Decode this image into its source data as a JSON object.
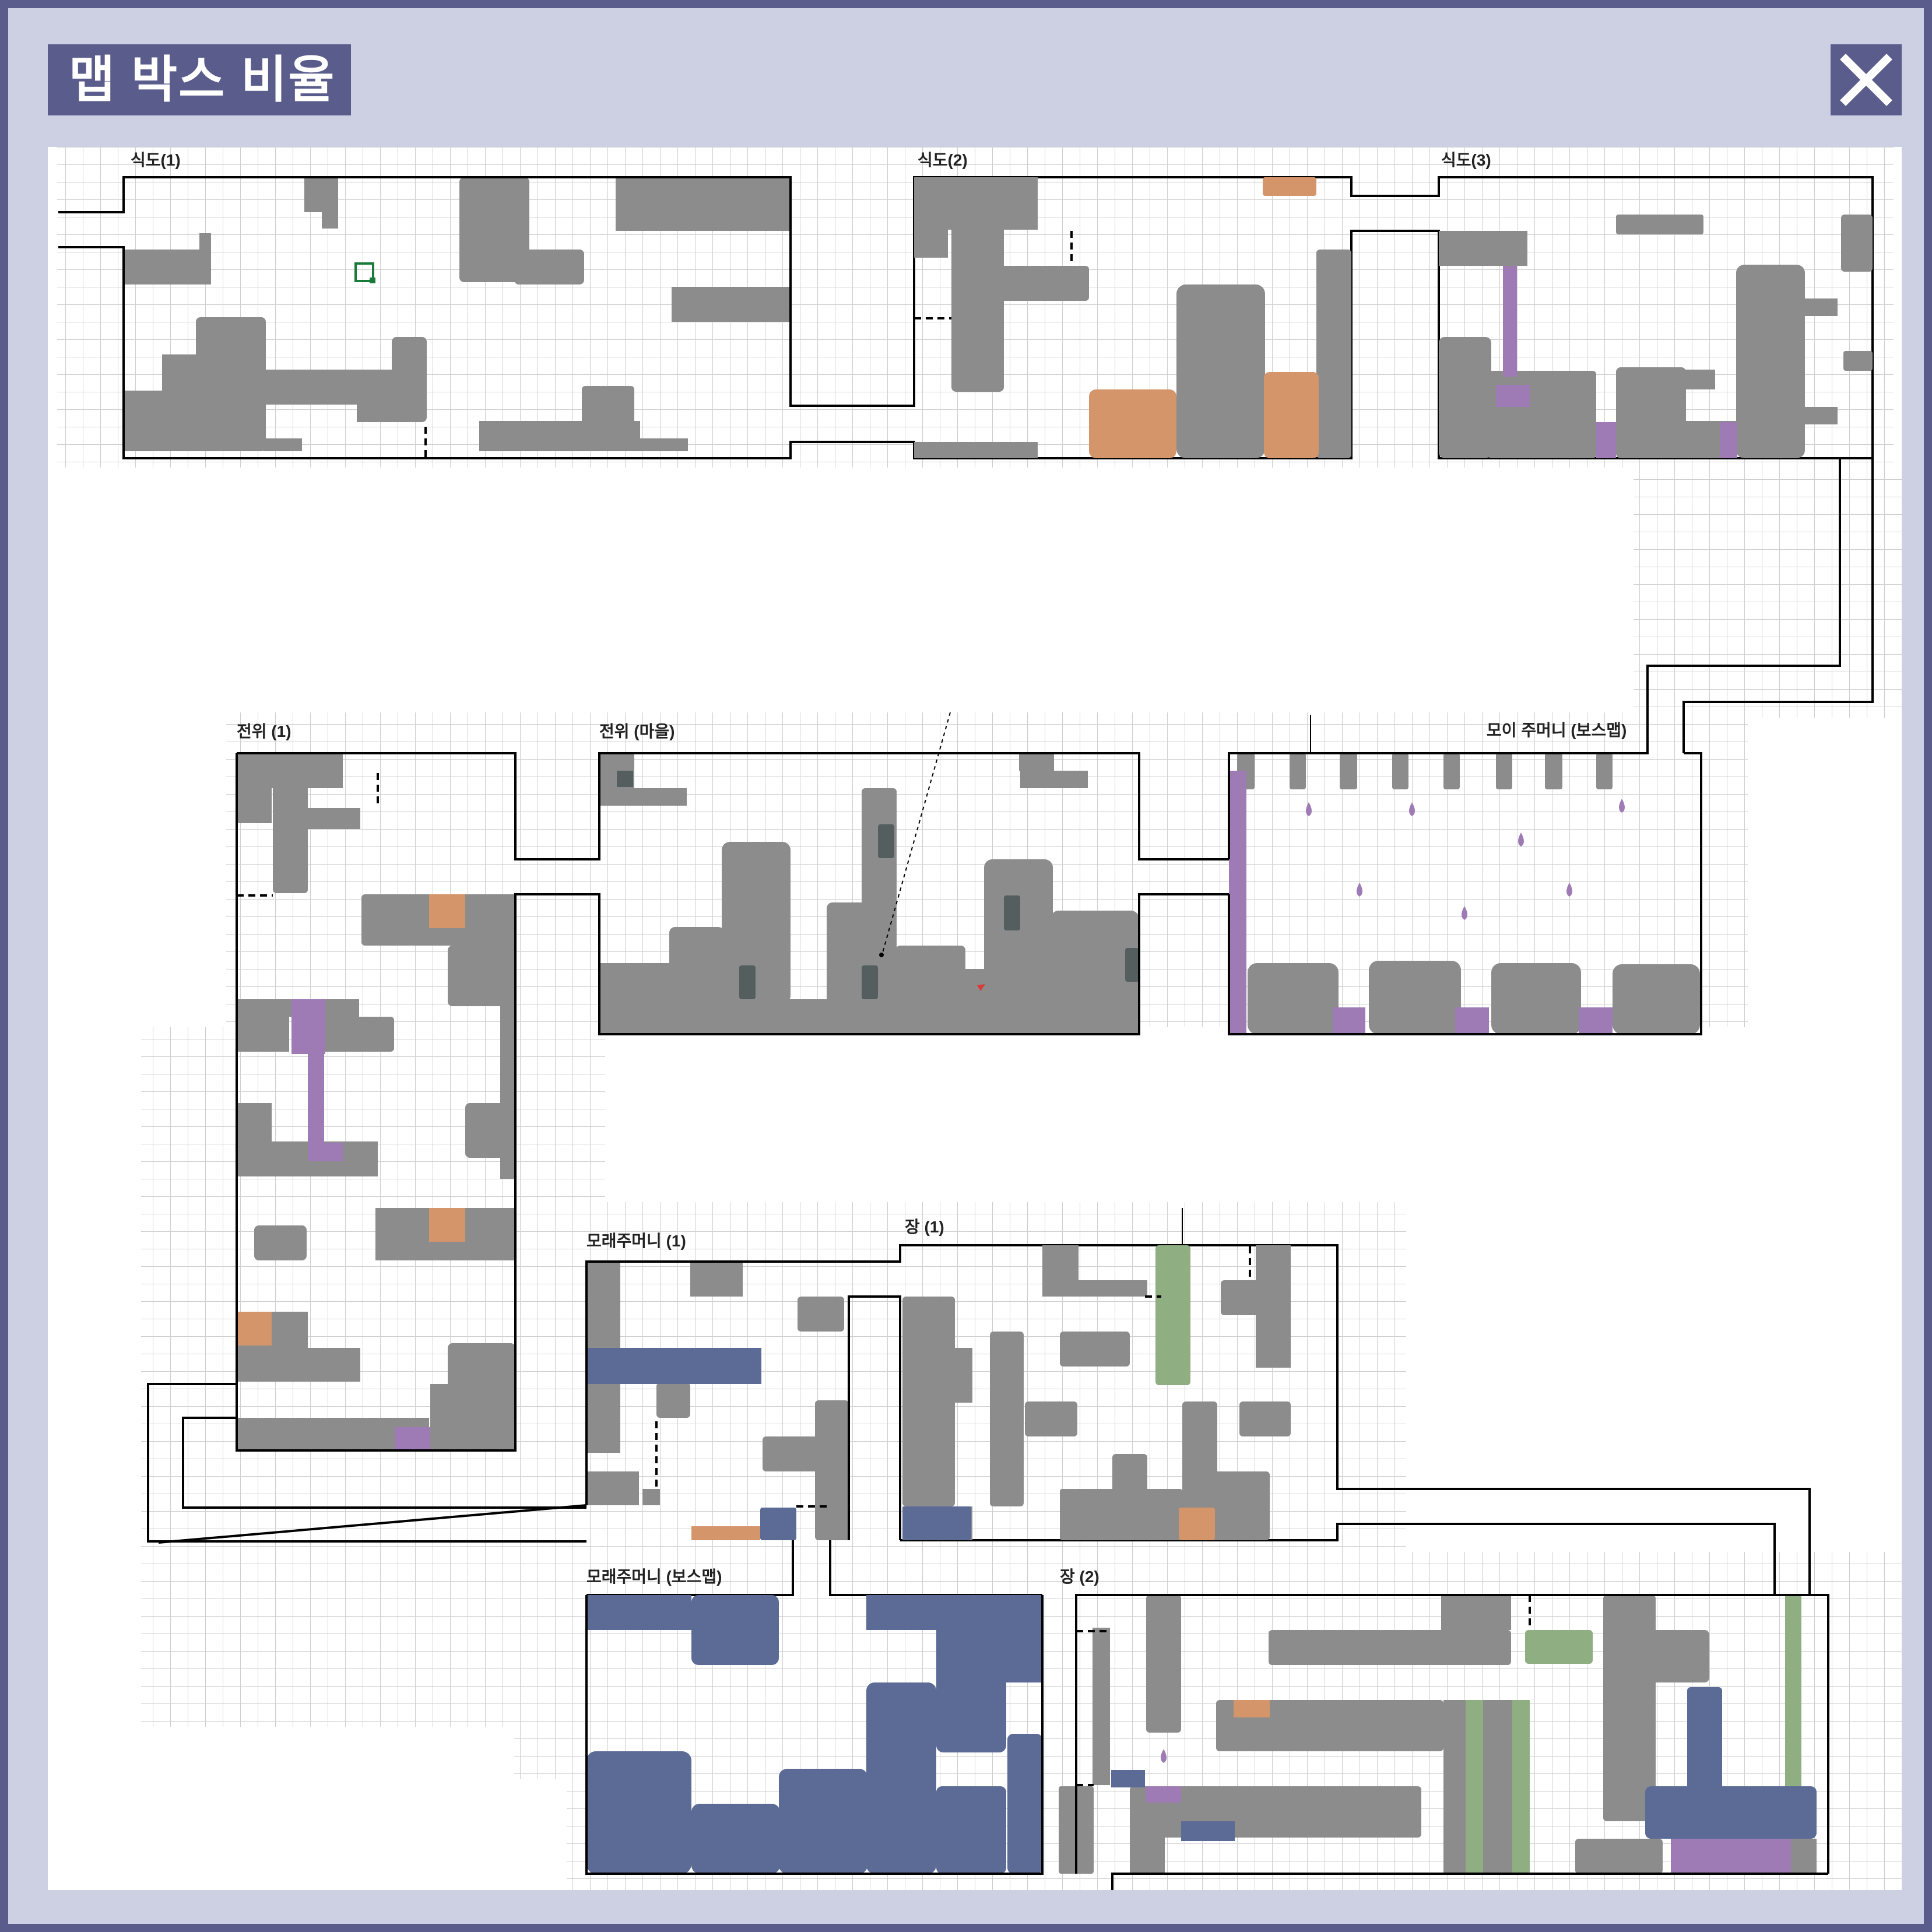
{
  "window": {
    "title": "맵 박스 비율",
    "close_icon": "close-icon"
  },
  "colors": {
    "frame": "#5a5d8c",
    "background": "#cdcfe3",
    "wall": "#8c8c8c",
    "wall_dark": "#555e5e",
    "orange": "#d4956a",
    "purple": "#9e7bb5",
    "blue": "#5c6b96",
    "green": "#8fae82",
    "marker": "#1a7a3a"
  },
  "map": {
    "rooms": [
      {
        "id": "sikdo-1",
        "label": "식도(1)"
      },
      {
        "id": "sikdo-2",
        "label": "식도(2)"
      },
      {
        "id": "sikdo-3",
        "label": "식도(3)"
      },
      {
        "id": "jeonwi-1",
        "label": "전위 (1)"
      },
      {
        "id": "jeonwi-town",
        "label": "전위 (마을)"
      },
      {
        "id": "moi-pouch-boss",
        "label": "모이 주머니 (보스맵)"
      },
      {
        "id": "sand-pouch-1",
        "label": "모래주머니 (1)"
      },
      {
        "id": "jang-1",
        "label": "장 (1)"
      },
      {
        "id": "sand-pouch-boss",
        "label": "모래주머니 (보스맵)"
      },
      {
        "id": "jang-2",
        "label": "장 (2)"
      }
    ]
  }
}
